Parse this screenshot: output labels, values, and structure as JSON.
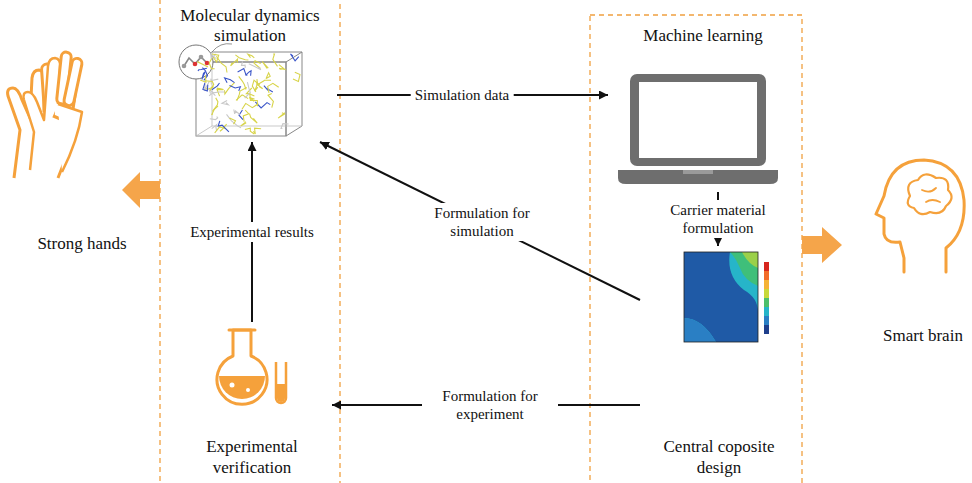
{
  "diagram": {
    "nodes": [
      {
        "text": [
          "Strong hands"
        ]
      },
      {
        "text": [
          "Molecular dynamics simulation"
        ]
      },
      {
        "text": [
          "Experimental verification"
        ]
      },
      {
        "text": [
          "Machine learning"
        ]
      },
      {
        "text": [
          "Central coposite design"
        ]
      },
      {
        "text": [
          "Smart brain"
        ]
      }
    ],
    "edges": [
      {
        "from": 1,
        "to": 3,
        "label": "Simulation data",
        "arrow": "to"
      },
      {
        "from": 3,
        "to": 4,
        "label": "Carrier material formulation",
        "arrow": "to"
      },
      {
        "from": 4,
        "to": 1,
        "label": "Formulation for simulation",
        "arrow": "to"
      },
      {
        "from": 4,
        "to": 2,
        "label": "Formulation for experiment",
        "arrow": "to"
      },
      {
        "from": 2,
        "to": 1,
        "label": "Experimental results",
        "arrow": "to"
      }
    ]
  }
}
